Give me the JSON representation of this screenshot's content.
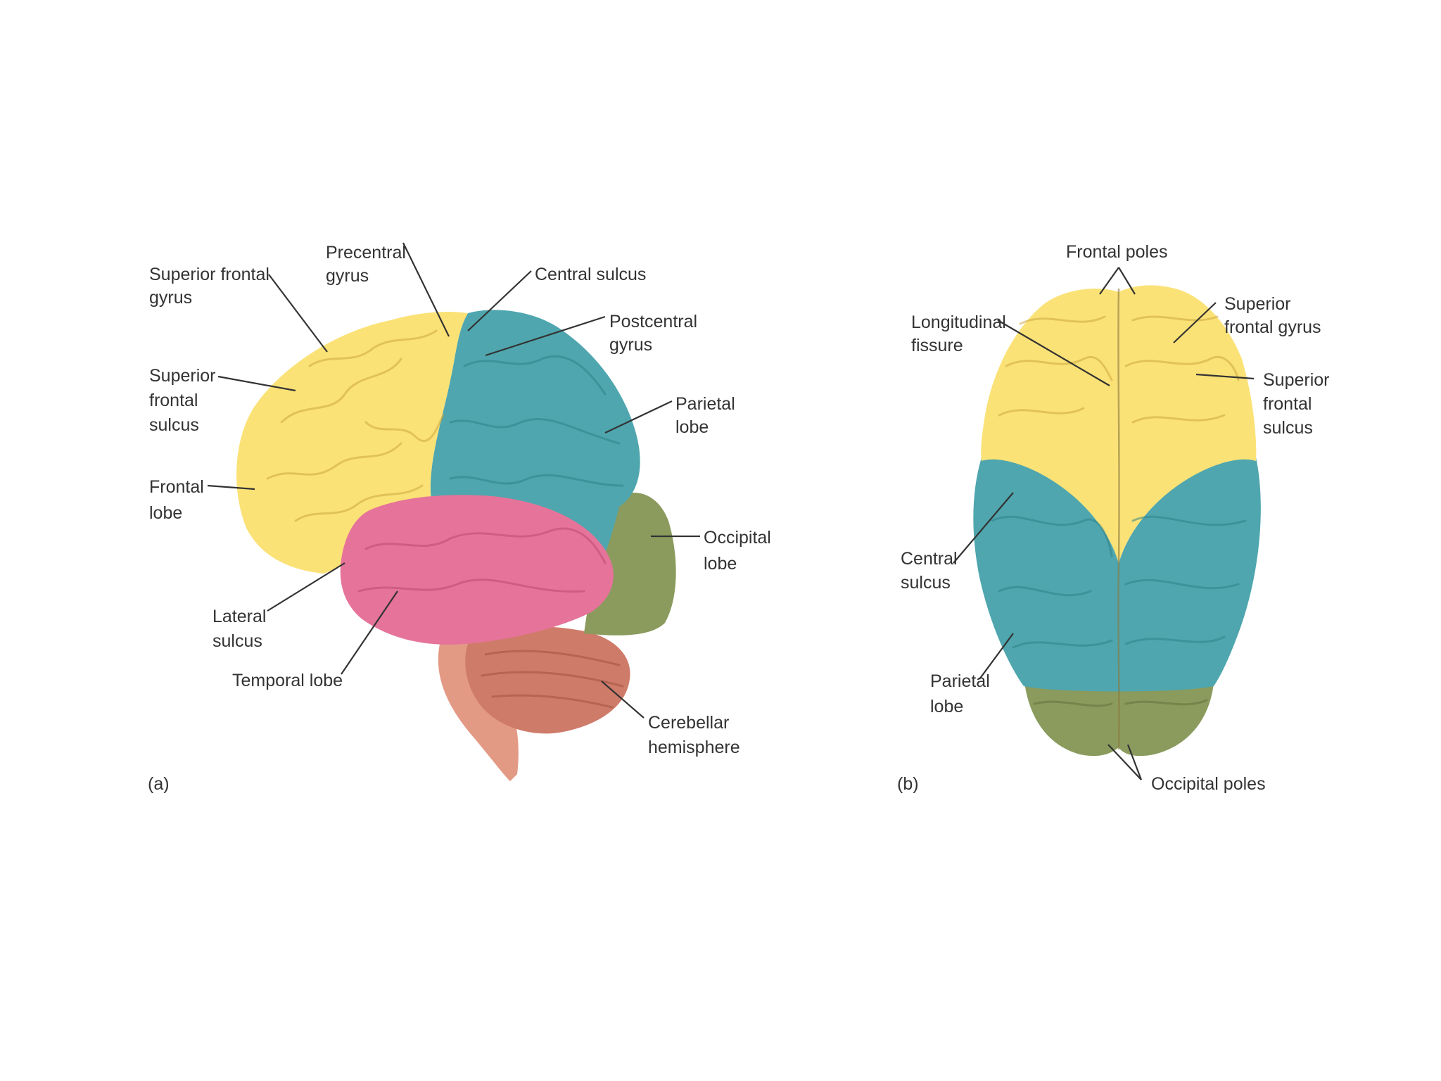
{
  "colors": {
    "frontal": "#FBE277",
    "parietal": "#4FA6AE",
    "temporal": "#E6739A",
    "occipital": "#8A9B5D",
    "cerebellum": "#CF7B6A",
    "brainstem": "#E39A85",
    "label": "#333333"
  },
  "panel_a": {
    "tag": "(a)",
    "labels": {
      "superior_frontal_gyrus": [
        "Superior frontal",
        "gyrus"
      ],
      "precentral_gyrus": [
        "Precentral",
        "gyrus"
      ],
      "central_sulcus": [
        "Central sulcus"
      ],
      "postcentral_gyrus": [
        "Postcentral",
        "gyrus"
      ],
      "superior_frontal_sulcus": [
        "Superior",
        "frontal",
        "sulcus"
      ],
      "parietal_lobe": [
        "Parietal",
        "lobe"
      ],
      "frontal_lobe": [
        "Frontal",
        "lobe"
      ],
      "occipital_lobe": [
        "Occipital",
        "lobe"
      ],
      "lateral_sulcus": [
        "Lateral",
        "sulcus"
      ],
      "temporal_lobe": [
        "Temporal lobe"
      ],
      "cerebellar_hemisphere": [
        "Cerebellar",
        "hemisphere"
      ]
    }
  },
  "panel_b": {
    "tag": "(b)",
    "labels": {
      "frontal_poles": [
        "Frontal poles"
      ],
      "longitudinal_fissure": [
        "Longitudinal",
        "fissure"
      ],
      "superior_frontal_gyrus": [
        "Superior",
        "frontal gyrus"
      ],
      "superior_frontal_sulcus": [
        "Superior",
        "frontal",
        "sulcus"
      ],
      "central_sulcus": [
        "Central",
        "sulcus"
      ],
      "parietal_lobe": [
        "Parietal",
        "lobe"
      ],
      "occipital_poles": [
        "Occipital poles"
      ]
    }
  }
}
